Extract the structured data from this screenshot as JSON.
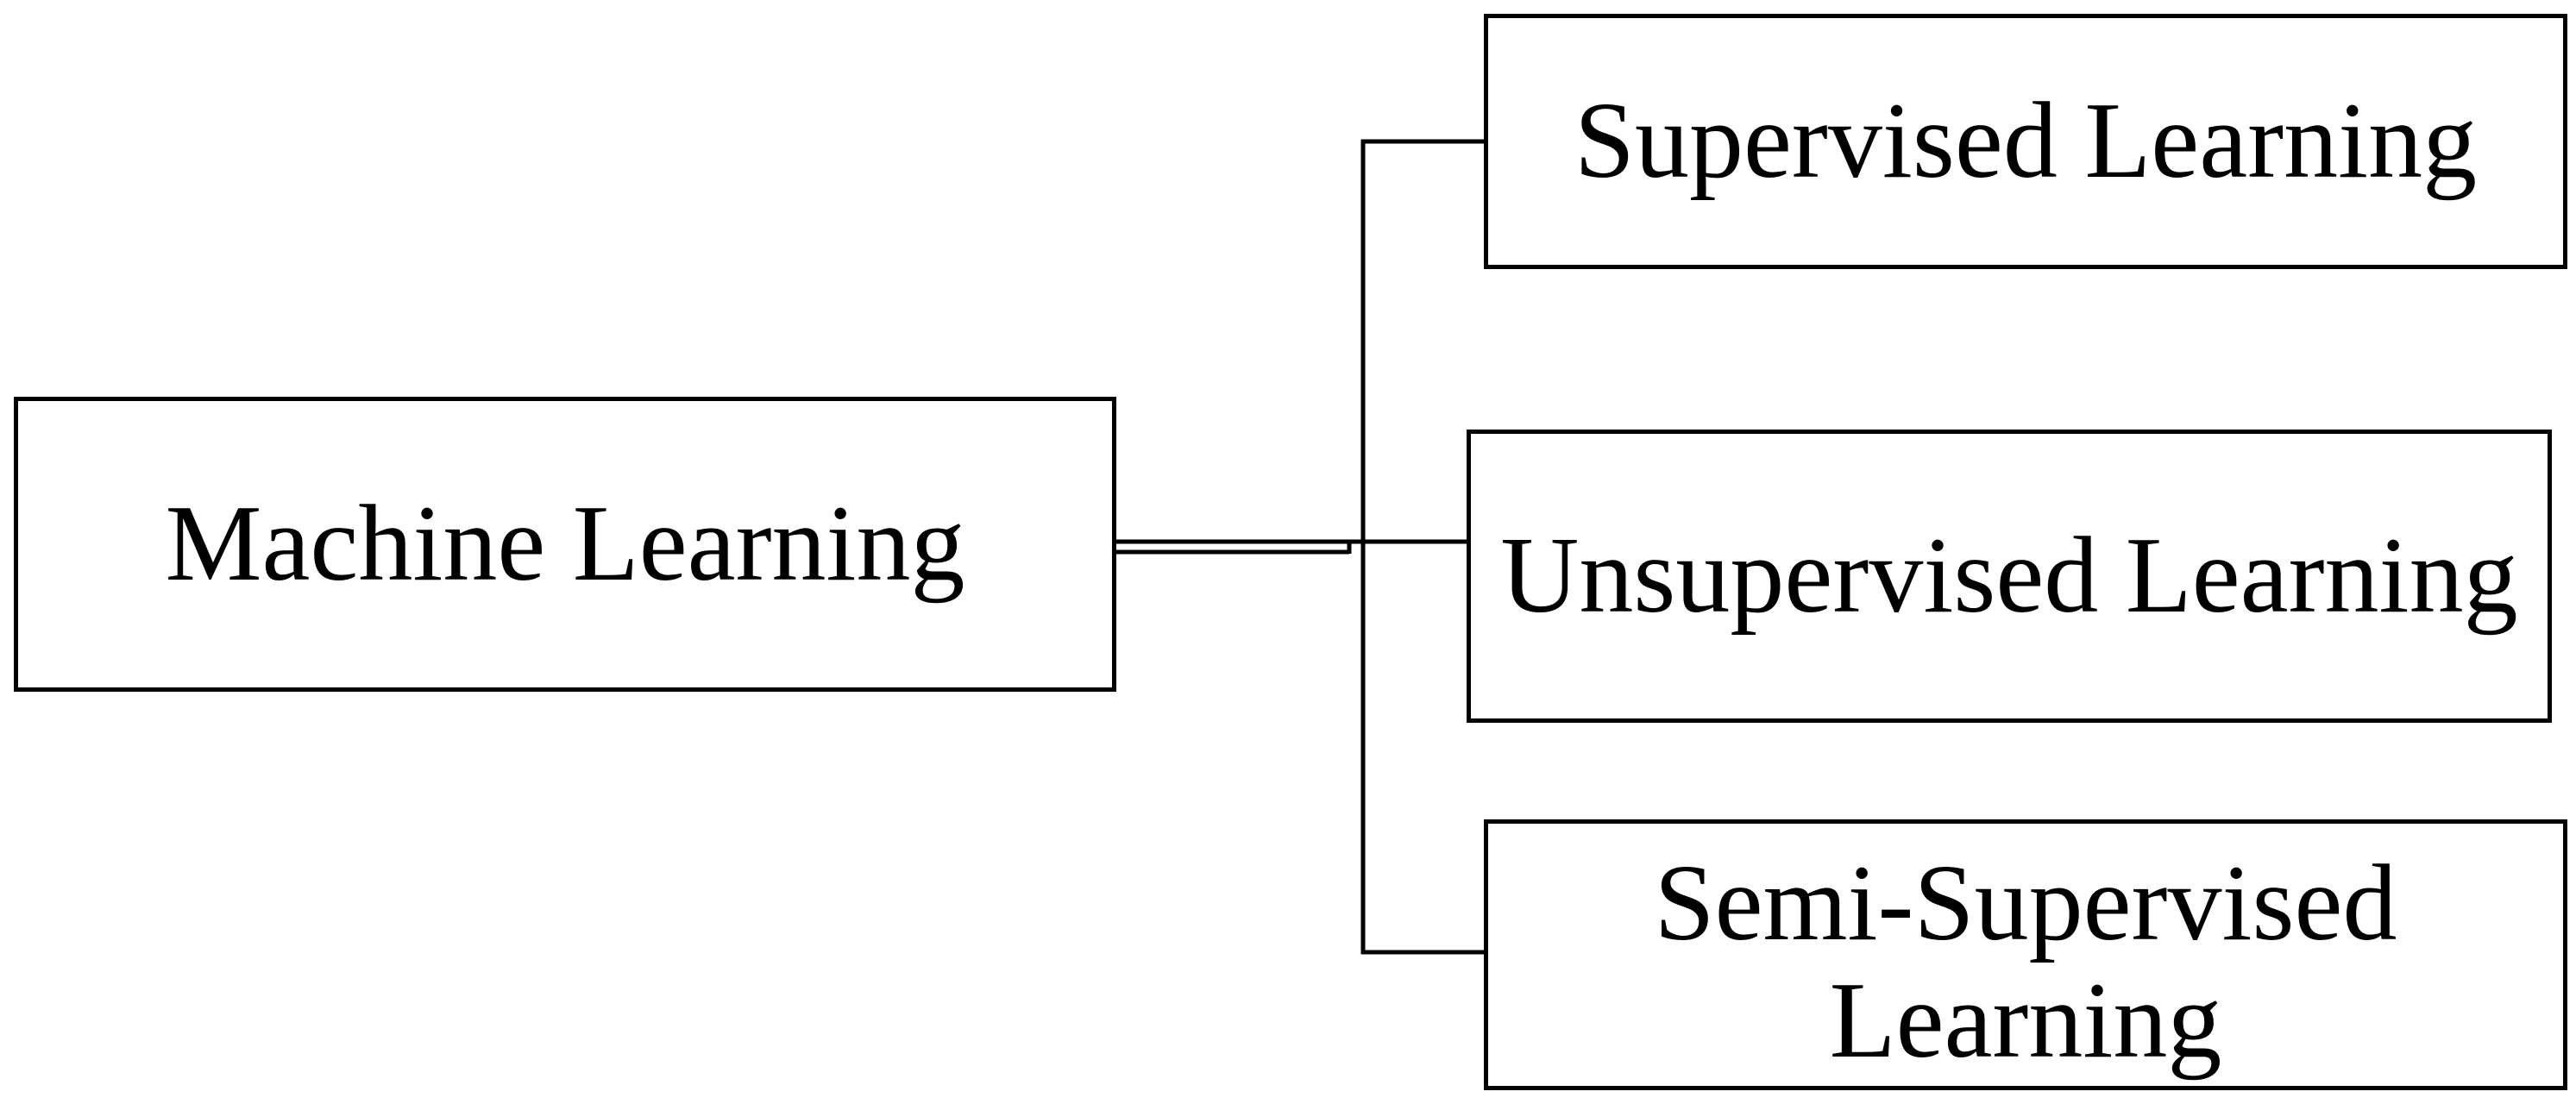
{
  "diagram": {
    "root": {
      "label": "Machine Learning"
    },
    "children": [
      {
        "id": "supervised",
        "label": "Supervised Learning"
      },
      {
        "id": "unsupervised",
        "label": "Unsupervised Learning"
      },
      {
        "id": "semi_supervised",
        "label_line1": "Semi-Supervised",
        "label_line2": "Learning"
      }
    ],
    "line_color": "#000000",
    "box_border_color": "#000000",
    "background": "#ffffff"
  }
}
